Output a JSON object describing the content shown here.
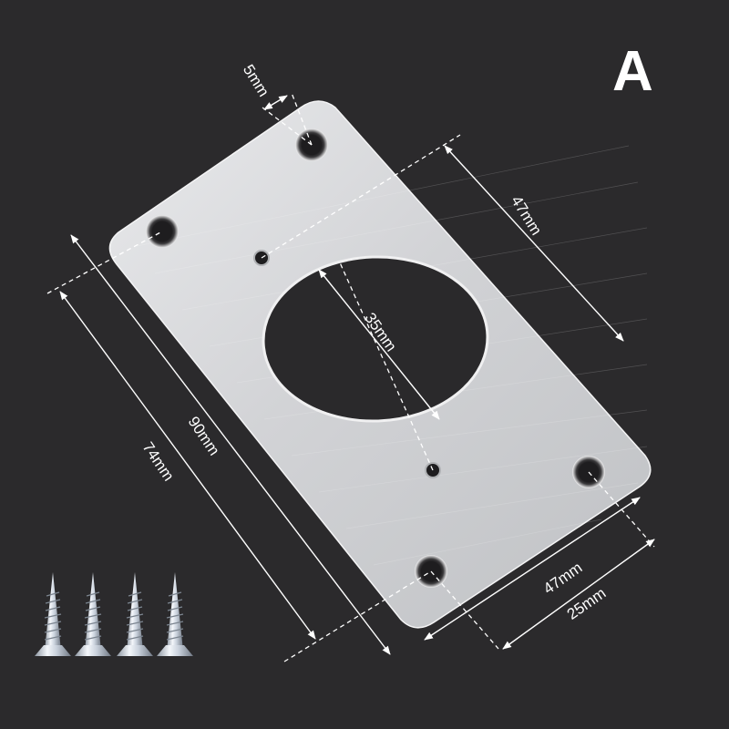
{
  "variant_label": "A",
  "product": {
    "type": "hinge repair plate",
    "finish": "brushed stainless steel"
  },
  "dimensions": {
    "hole_offset": "5mm",
    "center_hole_to_edge": "47mm",
    "large_hole_diameter": "35mm",
    "overall_length": "90mm",
    "hole_spacing_length": "74mm",
    "width": "47mm",
    "hole_spacing_width": "25mm"
  },
  "accessories": {
    "screws_count": 4,
    "screw_type": "countersunk self-tapping screw"
  },
  "colors": {
    "background": "#2b2a2c",
    "plate": "#d4d5d7",
    "annotation": "#ffffff"
  }
}
